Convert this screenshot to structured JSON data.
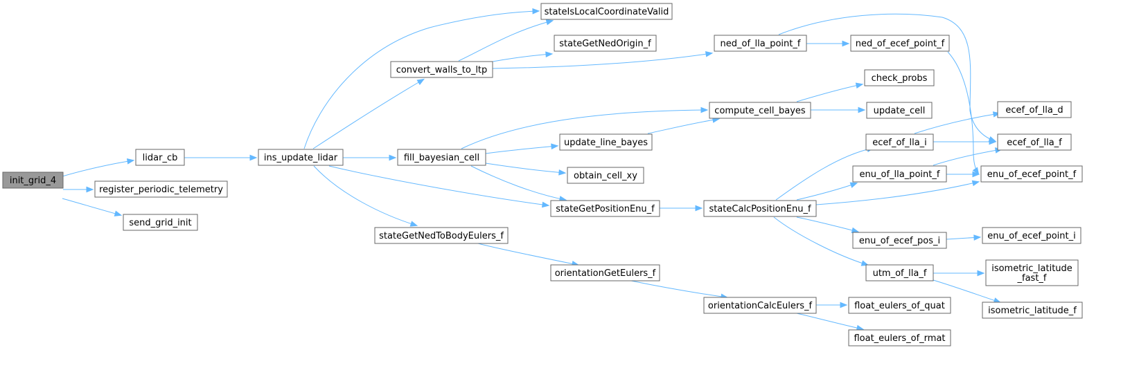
{
  "graph": {
    "root": "init_grid_4",
    "colors": {
      "edge": "#63b8ff",
      "root_fill": "#999999",
      "node_fill": "#ffffff",
      "node_border": "#666666"
    },
    "nodes": [
      {
        "id": "init_grid_4",
        "label": [
          "init_grid_4"
        ]
      },
      {
        "id": "lidar_cb",
        "label": [
          "lidar_cb"
        ]
      },
      {
        "id": "register_periodic_telemetry",
        "label": [
          "register_periodic_telemetry"
        ]
      },
      {
        "id": "send_grid_init",
        "label": [
          "send_grid_init"
        ]
      },
      {
        "id": "ins_update_lidar",
        "label": [
          "ins_update_lidar"
        ]
      },
      {
        "id": "stateIsLocalCoordinateValid",
        "label": [
          "stateIsLocalCoordinateValid"
        ]
      },
      {
        "id": "convert_walls_to_ltp",
        "label": [
          "convert_walls_to_ltp"
        ]
      },
      {
        "id": "fill_bayesian_cell",
        "label": [
          "fill_bayesian_cell"
        ]
      },
      {
        "id": "stateGetPositionEnu_f",
        "label": [
          "stateGetPositionEnu_f"
        ]
      },
      {
        "id": "stateGetNedToBodyEulers_f",
        "label": [
          "stateGetNedToBodyEulers_f"
        ]
      },
      {
        "id": "stateGetNedOrigin_f",
        "label": [
          "stateGetNedOrigin_f"
        ]
      },
      {
        "id": "ned_of_lla_point_f",
        "label": [
          "ned_of_lla_point_f"
        ]
      },
      {
        "id": "ned_of_ecef_point_f",
        "label": [
          "ned_of_ecef_point_f"
        ]
      },
      {
        "id": "compute_cell_bayes",
        "label": [
          "compute_cell_bayes"
        ]
      },
      {
        "id": "update_line_bayes",
        "label": [
          "update_line_bayes"
        ]
      },
      {
        "id": "obtain_cell_xy",
        "label": [
          "obtain_cell_xy"
        ]
      },
      {
        "id": "check_probs",
        "label": [
          "check_probs"
        ]
      },
      {
        "id": "update_cell",
        "label": [
          "update_cell"
        ]
      },
      {
        "id": "stateCalcPositionEnu_f",
        "label": [
          "stateCalcPositionEnu_f"
        ]
      },
      {
        "id": "orientationGetEulers_f",
        "label": [
          "orientationGetEulers_f"
        ]
      },
      {
        "id": "orientationCalcEulers_f",
        "label": [
          "orientationCalcEulers_f"
        ]
      },
      {
        "id": "ecef_of_lla_i",
        "label": [
          "ecef_of_lla_i"
        ]
      },
      {
        "id": "enu_of_lla_point_f",
        "label": [
          "enu_of_lla_point_f"
        ]
      },
      {
        "id": "enu_of_ecef_pos_i",
        "label": [
          "enu_of_ecef_pos_i"
        ]
      },
      {
        "id": "utm_of_lla_f",
        "label": [
          "utm_of_lla_f"
        ]
      },
      {
        "id": "float_eulers_of_quat",
        "label": [
          "float_eulers_of_quat"
        ]
      },
      {
        "id": "float_eulers_of_rmat",
        "label": [
          "float_eulers_of_rmat"
        ]
      },
      {
        "id": "ecef_of_lla_d",
        "label": [
          "ecef_of_lla_d"
        ]
      },
      {
        "id": "ecef_of_lla_f",
        "label": [
          "ecef_of_lla_f"
        ]
      },
      {
        "id": "enu_of_ecef_point_f",
        "label": [
          "enu_of_ecef_point_f"
        ]
      },
      {
        "id": "enu_of_ecef_point_i",
        "label": [
          "enu_of_ecef_point_i"
        ]
      },
      {
        "id": "isometric_latitude_fast_f",
        "label": [
          "isometric_latitude",
          "_fast_f"
        ]
      },
      {
        "id": "isometric_latitude_f",
        "label": [
          "isometric_latitude_f"
        ]
      }
    ],
    "edges": [
      [
        "init_grid_4",
        "lidar_cb"
      ],
      [
        "init_grid_4",
        "register_periodic_telemetry"
      ],
      [
        "init_grid_4",
        "send_grid_init"
      ],
      [
        "lidar_cb",
        "ins_update_lidar"
      ],
      [
        "ins_update_lidar",
        "stateIsLocalCoordinateValid"
      ],
      [
        "ins_update_lidar",
        "convert_walls_to_ltp"
      ],
      [
        "ins_update_lidar",
        "fill_bayesian_cell"
      ],
      [
        "ins_update_lidar",
        "stateGetPositionEnu_f"
      ],
      [
        "ins_update_lidar",
        "stateGetNedToBodyEulers_f"
      ],
      [
        "convert_walls_to_ltp",
        "stateIsLocalCoordinateValid"
      ],
      [
        "convert_walls_to_ltp",
        "stateGetNedOrigin_f"
      ],
      [
        "convert_walls_to_ltp",
        "ned_of_lla_point_f"
      ],
      [
        "ned_of_lla_point_f",
        "ned_of_ecef_point_f"
      ],
      [
        "ned_of_lla_point_f",
        "ecef_of_lla_f"
      ],
      [
        "ned_of_ecef_point_f",
        "enu_of_ecef_point_f"
      ],
      [
        "fill_bayesian_cell",
        "compute_cell_bayes"
      ],
      [
        "fill_bayesian_cell",
        "update_line_bayes"
      ],
      [
        "fill_bayesian_cell",
        "obtain_cell_xy"
      ],
      [
        "fill_bayesian_cell",
        "stateGetPositionEnu_f"
      ],
      [
        "update_line_bayes",
        "compute_cell_bayes"
      ],
      [
        "compute_cell_bayes",
        "check_probs"
      ],
      [
        "compute_cell_bayes",
        "update_cell"
      ],
      [
        "stateGetPositionEnu_f",
        "stateCalcPositionEnu_f"
      ],
      [
        "stateCalcPositionEnu_f",
        "ecef_of_lla_i"
      ],
      [
        "stateCalcPositionEnu_f",
        "enu_of_lla_point_f"
      ],
      [
        "stateCalcPositionEnu_f",
        "enu_of_ecef_point_f"
      ],
      [
        "stateCalcPositionEnu_f",
        "enu_of_ecef_pos_i"
      ],
      [
        "stateCalcPositionEnu_f",
        "utm_of_lla_f"
      ],
      [
        "ecef_of_lla_i",
        "ecef_of_lla_d"
      ],
      [
        "ecef_of_lla_i",
        "ecef_of_lla_f"
      ],
      [
        "enu_of_lla_point_f",
        "ecef_of_lla_f"
      ],
      [
        "enu_of_lla_point_f",
        "enu_of_ecef_point_f"
      ],
      [
        "enu_of_ecef_pos_i",
        "enu_of_ecef_point_i"
      ],
      [
        "utm_of_lla_f",
        "isometric_latitude_fast_f"
      ],
      [
        "utm_of_lla_f",
        "isometric_latitude_f"
      ],
      [
        "stateGetNedToBodyEulers_f",
        "orientationGetEulers_f"
      ],
      [
        "orientationGetEulers_f",
        "orientationCalcEulers_f"
      ],
      [
        "orientationCalcEulers_f",
        "float_eulers_of_quat"
      ],
      [
        "orientationCalcEulers_f",
        "float_eulers_of_rmat"
      ]
    ]
  }
}
